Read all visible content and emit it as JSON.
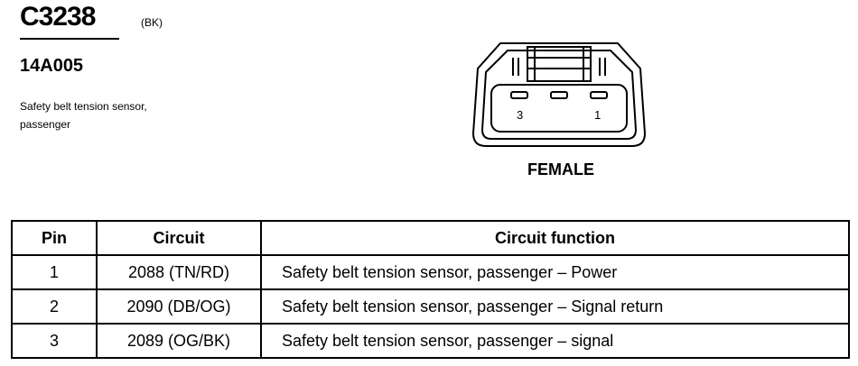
{
  "header": {
    "connector_id": "C3238",
    "color_code": "(BK)",
    "part_number": "14A005",
    "description": "Safety belt tension sensor, passenger"
  },
  "connector": {
    "pin_labels": [
      "3",
      "1"
    ],
    "view_label": "FEMALE"
  },
  "table": {
    "headers": [
      "Pin",
      "Circuit",
      "Circuit function"
    ],
    "rows": [
      {
        "pin": "1",
        "circuit": "2088 (TN/RD)",
        "function": "Safety belt tension sensor, passenger – Power"
      },
      {
        "pin": "2",
        "circuit": "2090 (DB/OG)",
        "function": "Safety belt tension sensor, passenger – Signal return"
      },
      {
        "pin": "3",
        "circuit": "2089 (OG/BK)",
        "function": "Safety belt tension sensor, passenger – signal"
      }
    ]
  }
}
